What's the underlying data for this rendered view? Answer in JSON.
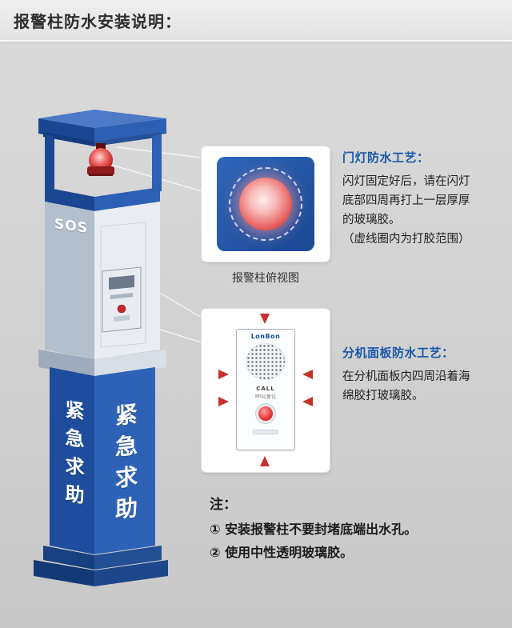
{
  "header": {
    "title": "报警柱防水安装说明："
  },
  "colors": {
    "accent_blue": "#1a57a8",
    "pillar_blue": "#1e4f9f",
    "beacon_red": "#c62222",
    "arrow_red": "#c9302c",
    "background_gray": "#d3d3d3"
  },
  "pillar": {
    "sos_label": "SOS",
    "column_text_left": "紧急求助",
    "column_text_right": "紧急求助"
  },
  "callout_top_view": {
    "caption": "报警柱俯视图",
    "title": "门灯防水工艺：",
    "body": "闪灯固定好后，请在闪灯\n底部四周再打上一层厚厚\n的玻璃胶。\n（虚线圈内为打胶范围）"
  },
  "callout_panel": {
    "title": "分机面板防水工艺：",
    "body": "在分机面板内四周沿着海\n绵胶打玻璃胶。",
    "panel": {
      "brand": "LonBon",
      "call_label": "CALL",
      "call_sublabel": "呼叫/复位"
    }
  },
  "notes": {
    "title": "注：",
    "items": [
      "① 安装报警柱不要封堵底端出水孔。",
      "② 使用中性透明玻璃胶。"
    ]
  }
}
